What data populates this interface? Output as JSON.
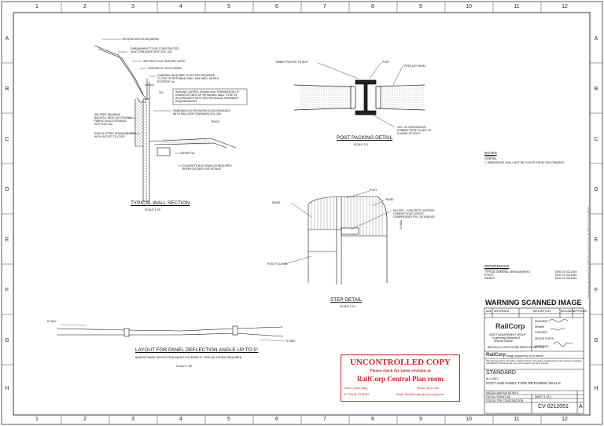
{
  "grid": {
    "columns": [
      "1",
      "2",
      "3",
      "4",
      "5",
      "6",
      "7",
      "8",
      "9",
      "10",
      "11",
      "12"
    ],
    "rows": [
      "A",
      "B",
      "C",
      "D",
      "E",
      "F",
      "G",
      "H"
    ]
  },
  "wall_section": {
    "title": "TYPICAL WALL SECTION",
    "scale": "SCALE 1:30",
    "notes": [
      "REVEGETATE AS REQUIRED",
      "EMBANKMENT TO BE CONSTRUCTED",
      "IN ACCORDANCE WITH ESC 410",
      "300 THICK CLAY SEALING LAYER",
      "CONCRETE CATCH DRAIN",
      "HANDRAIL REQUIRED IF ACCESS REQUIRED",
      "TO TOP OF RETAINING WALL AND WALL HEIGHT",
      "EXCEEDS 1m",
      "SEALING LAYERS, DRAINS AND TERMINATION OF",
      "DRAINS AT ENDS OF RETAINING WALL TO BE IN",
      "ACCORDANCE WITH GEOTECHNICAL ENGINEER",
      "REQUIREMENTS",
      "300 FREE DRAINING",
      "BACKFILL WITH GEOTEXTILE",
      "FABRIC IN ACCORDANCE",
      "WITH ESC 410",
      "Ø100 SLOTTED DRAINAGE PIPE",
      "WITH OUTLET TO CESS",
      "HANDRAILS AS REQUIRED IN ACCORDANCE",
      "WITH RAILCORP STANDARD ESC 250",
      "TRACK",
      "REFER GA",
      "CONCRETE BOX DRAIN AS REQUIRED",
      "REFER GA DWG FOR DETAILS"
    ],
    "dim": "300"
  },
  "post_packing": {
    "title": "POST PACKING DETAIL",
    "scale": "SCALE 1:5",
    "notes": [
      "TIMBER PACKER TO SUIT",
      "POST",
      "PRECAST PANEL",
      "100 x 10 CONTINUOUS",
      "RUBBER STRIP GLUED TO",
      "FLANGE OF POST"
    ]
  },
  "step_detail": {
    "title": "STEP DETAIL",
    "scale": "SCALE 1:10",
    "notes": [
      "POST",
      "PANEL",
      "PACKER - CONCRETE, MORTAR,",
      "CEMENTITIOUS GROUT,",
      "COMPRESSED FRC OR SIMILAR",
      "POST FOOTING"
    ],
    "dim": "50 MAX"
  },
  "deflection": {
    "title": "LAYOUT FOR PANEL DEFLECTION ANGLE UP TO 5°",
    "subtitle": "WHERE PANEL DEFLECTION ANGLE EXCEEDS 5°, SPECIAL DETAIL REQUIRED",
    "scale": "SCALE 1:50",
    "max_left": "5° MAX",
    "max_right": "5° MAX"
  },
  "notes": {
    "heading": "NOTES",
    "sub": "GENERAL",
    "items": [
      "1. DIMENSIONS SHALL NOT BE SCALED FROM THIS DRAWING."
    ]
  },
  "references": {
    "heading": "REFERENCES",
    "rows": [
      {
        "label": "TYPICAL GENERAL ARRANGEMENT",
        "dwg": "DRG CV 0212049"
      },
      {
        "label": "POSTS",
        "dwg": "DRG CV 0212050"
      },
      {
        "label": "PANELS",
        "dwg": "DRG CV 0212051"
      }
    ]
  },
  "warning": "WARNING SCANNED IMAGE",
  "stamp": {
    "line1": "UNCONTROLLED COPY",
    "line2": "Please check for latest revision at",
    "line3": "RailCorp Central Plan room",
    "level": "Level 1 South Wing",
    "phone": "Phone: 9912 1451",
    "address": "477 Pitt St, SYDNEY",
    "email": "Email: PlanRoom@railcorp.nsw.gov.au"
  },
  "title_block": {
    "rev_headers": [
      "AMD",
      "REFERENCE",
      "DESCRIPTION",
      "DESIGNED",
      "APPROVED"
    ],
    "company": "RailCorp",
    "group": "ASSET MANAGEMENT GROUP",
    "group2": "Engineering Standards &",
    "group3": "Services Division",
    "group4": "BRIDGES & STRUCTURES SERVICES SECTION",
    "roles": [
      "DESIGNED",
      "DRAWN",
      "CHECKED",
      "DESIGN CHECK",
      "APPROVED"
    ],
    "footer_note": "Design prepared by or by referral",
    "disclaimer": "This drawing and the information contained thereon have been created solely for the purposes associated with RailCorp's business and must not be used for any other purpose.",
    "type": "STANDARD",
    "lines": "ALL LINES",
    "description": "POST AND PANEL TYPE RETAINING WALLS",
    "misc": "MISCELLANEOUS DETAILS",
    "file_no": "FILE No.  F0000/7146",
    "sheet": "SHEET  4  OF  4",
    "status": "STATUS: FOR CONSTRUCTION",
    "drawing_no": "CV 0212051",
    "rev": "A"
  },
  "side_text": "This drawing was scanned from RailCorp archives and may not reflect current conditions"
}
